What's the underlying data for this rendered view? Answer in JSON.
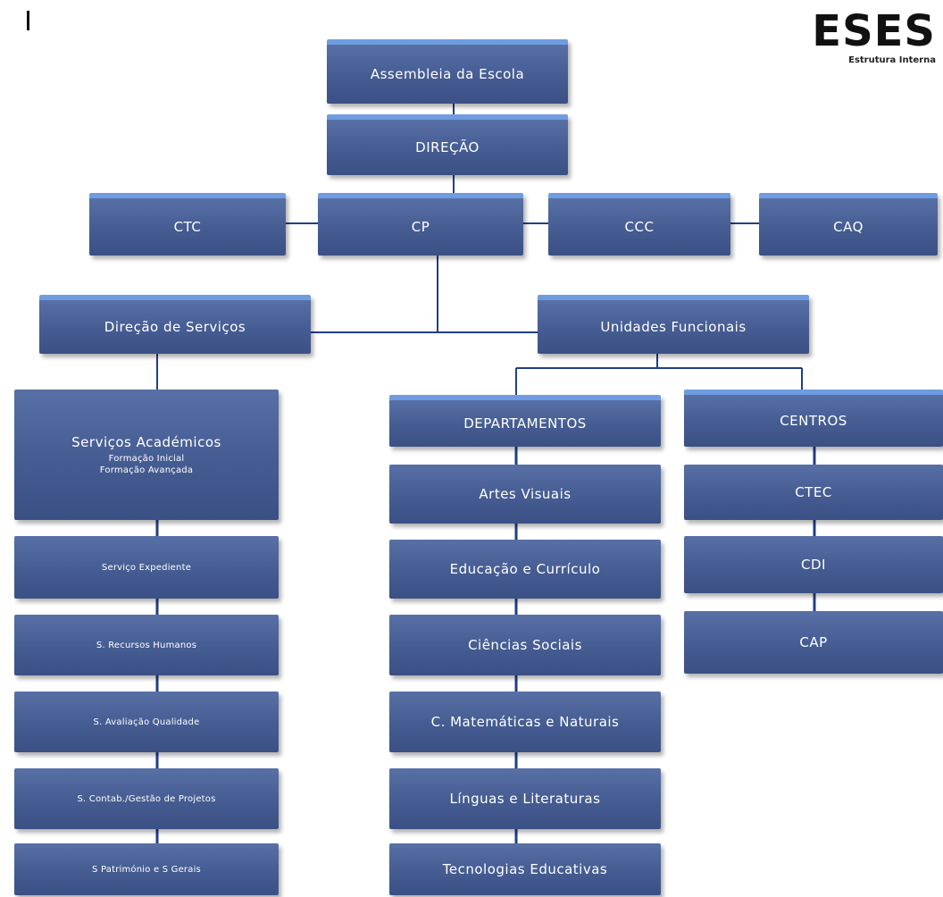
{
  "brand": {
    "name": "ESES",
    "subtitle": "Estrutura Interna"
  },
  "mark": "I",
  "top": {
    "assembleia": "Assembleia da Escola",
    "direcao": "DIREÇÃO"
  },
  "councils": {
    "ctc": "CTC",
    "cp": "CP",
    "ccc": "CCC",
    "caq": "CAQ"
  },
  "branches": {
    "servicos": "Direção de Serviços",
    "unidades": "Unidades Funcionais"
  },
  "servicos": {
    "academicos": {
      "title": "Serviços Académicos",
      "line1": "Formação Inicial",
      "line2": "Formação Avançada"
    },
    "items": [
      "Serviço Expediente",
      "S. Recursos Humanos",
      "S. Avaliação Qualidade",
      "S. Contab./Gestão de Projetos",
      "S Património e S Gerais"
    ]
  },
  "departamentos": {
    "title": "DEPARTAMENTOS",
    "items": [
      "Artes Visuais",
      "Educação e Currículo",
      "Ciências Sociais",
      "C. Matemáticas e Naturais",
      "Línguas e Literaturas",
      "Tecnologias Educativas"
    ]
  },
  "centros": {
    "title": "CENTROS",
    "items": [
      "CTEC",
      "CDI",
      "CAP"
    ]
  },
  "colors": {
    "box": "#455c92",
    "box_cap": "#6f9ce0",
    "line": "#1f3f8a"
  }
}
